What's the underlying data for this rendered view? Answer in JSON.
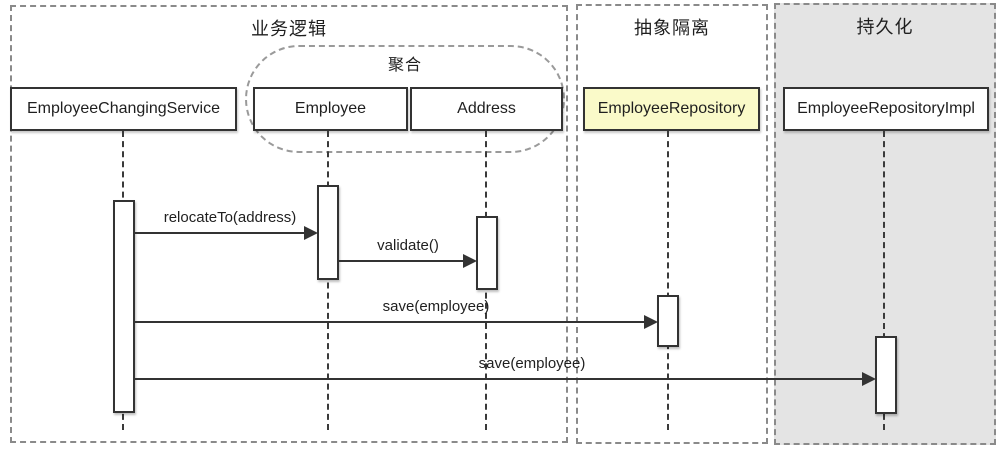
{
  "diagram": {
    "type": "uml-sequence-diagram",
    "regions": [
      {
        "title": "业务逻辑",
        "background": "#FFFFFF"
      },
      {
        "title": "抽象隔离",
        "background": "#FFFFFF"
      },
      {
        "title": "持久化",
        "background": "#E4E4E4"
      }
    ],
    "aggregate_group": {
      "title": "聚合",
      "members": [
        "Employee",
        "Address"
      ]
    },
    "participants": [
      {
        "name": "EmployeeChangingService",
        "region": "业务逻辑",
        "fill": "#FFFFFF"
      },
      {
        "name": "Employee",
        "region": "业务逻辑",
        "group": "聚合",
        "fill": "#FFFFFF"
      },
      {
        "name": "Address",
        "region": "业务逻辑",
        "group": "聚合",
        "fill": "#FFFFFF"
      },
      {
        "name": "EmployeeRepository",
        "region": "抽象隔离",
        "fill": "#FAFAC9"
      },
      {
        "name": "EmployeeRepositoryImpl",
        "region": "持久化",
        "fill": "#FFFFFF"
      }
    ],
    "messages": [
      {
        "label": "relocateTo(address)",
        "from": "EmployeeChangingService",
        "to": "Employee"
      },
      {
        "label": "validate()",
        "from": "Employee",
        "to": "Address"
      },
      {
        "label": "save(employee)",
        "from": "EmployeeChangingService",
        "to": "EmployeeRepository"
      },
      {
        "label": "save(employee)",
        "from": "EmployeeChangingService",
        "to": "EmployeeRepositoryImpl"
      }
    ],
    "colors": {
      "line": "#333333",
      "region_border": "#8A8A8A",
      "persistence_background": "#E4E4E4",
      "repository_highlight": "#FAFAC9",
      "text": "#1F1F1F"
    }
  }
}
